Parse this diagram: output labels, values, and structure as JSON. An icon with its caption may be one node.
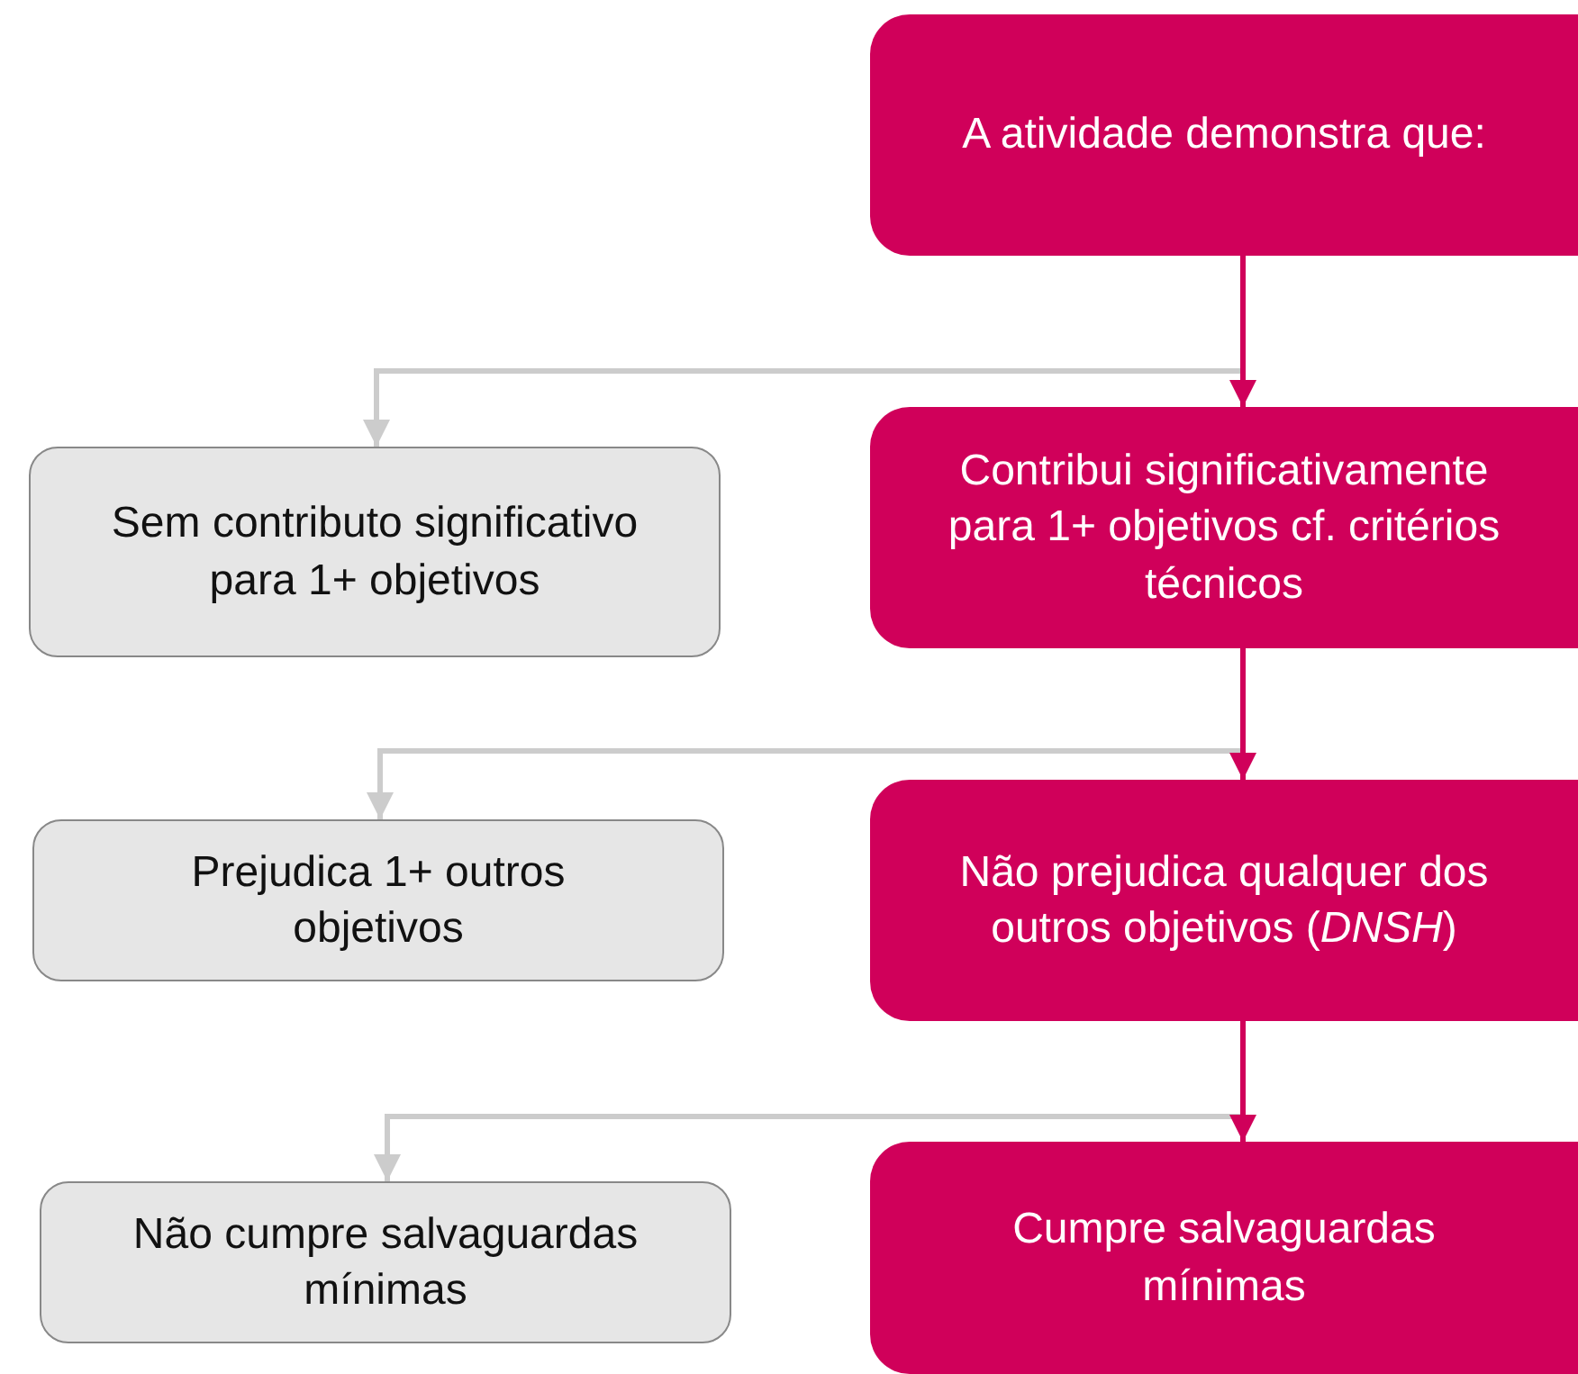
{
  "diagram": {
    "nodes": [
      {
        "text": [
          "A atividade demonstra que:"
        ]
      },
      {
        "text": [
          "Sem contributo significativo para 1+ objetivos"
        ]
      },
      {
        "text": [
          "Contribui significativamente para 1+ objetivos cf. critérios técnicos"
        ]
      },
      {
        "text": [
          "Prejudica 1+ outros objetivos"
        ]
      },
      {
        "text": [
          "Não prejudica qualquer dos outros objetivos (*DNSH*)"
        ]
      },
      {
        "text": [
          "Não cumpre salvaguardas mínimas"
        ]
      },
      {
        "text": [
          "Cumpre salvaguardas mínimas"
        ]
      }
    ],
    "edges": [
      {
        "from": 0,
        "to": 1,
        "arrow": "to",
        "color": "#cccccc"
      },
      {
        "from": 0,
        "to": 2,
        "arrow": "to",
        "color": "#d0005a"
      },
      {
        "from": 2,
        "to": 3,
        "arrow": "to",
        "color": "#cccccc"
      },
      {
        "from": 2,
        "to": 4,
        "arrow": "to",
        "color": "#d0005a"
      },
      {
        "from": 4,
        "to": 5,
        "arrow": "to",
        "color": "#cccccc"
      },
      {
        "from": 4,
        "to": 6,
        "arrow": "to",
        "color": "#d0005a"
      }
    ]
  }
}
